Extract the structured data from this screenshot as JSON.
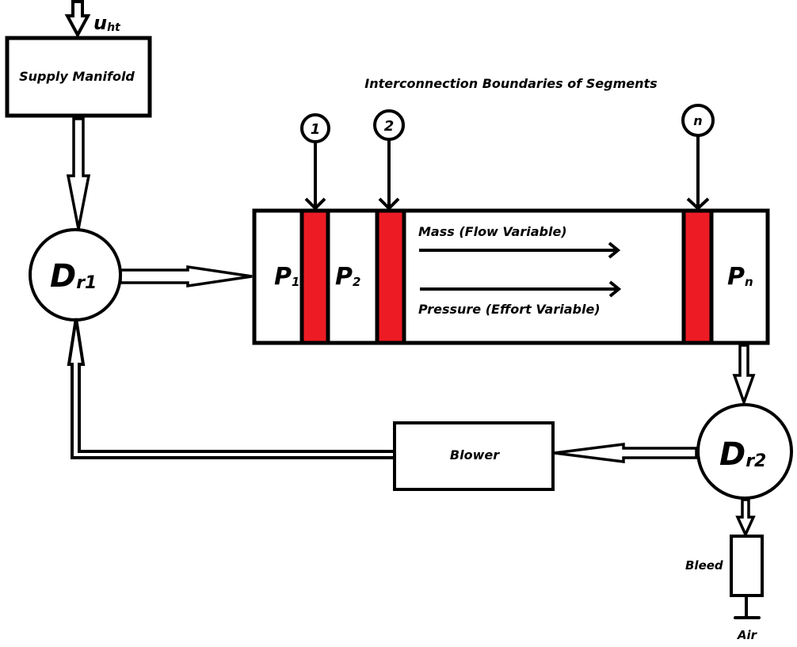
{
  "diagram": {
    "title": "Interconnection Boundaries of Segments",
    "colors": {
      "line": "#000000",
      "background": "#ffffff",
      "boundary_fill": "#ed1c24"
    },
    "input": {
      "symbol": "u",
      "subscript": "ht"
    },
    "supply_manifold": {
      "label": "Supply Manifold"
    },
    "divider_1": {
      "symbol": "D",
      "subscript": "r1"
    },
    "divider_2": {
      "symbol": "D",
      "subscript": "r2"
    },
    "pipe": {
      "segments": [
        {
          "symbol": "P",
          "subscript": "1"
        },
        {
          "symbol": "P",
          "subscript": "2"
        },
        {
          "symbol": "P",
          "subscript": "n"
        }
      ],
      "flow_label": "Mass (Flow Variable)",
      "effort_label": "Pressure (Effort Variable)"
    },
    "boundaries": [
      {
        "label": "1"
      },
      {
        "label": "2"
      },
      {
        "label": "n"
      }
    ],
    "blower": {
      "label": "Blower"
    },
    "bleed": {
      "label": "Bleed"
    },
    "air": {
      "label": "Air"
    }
  }
}
